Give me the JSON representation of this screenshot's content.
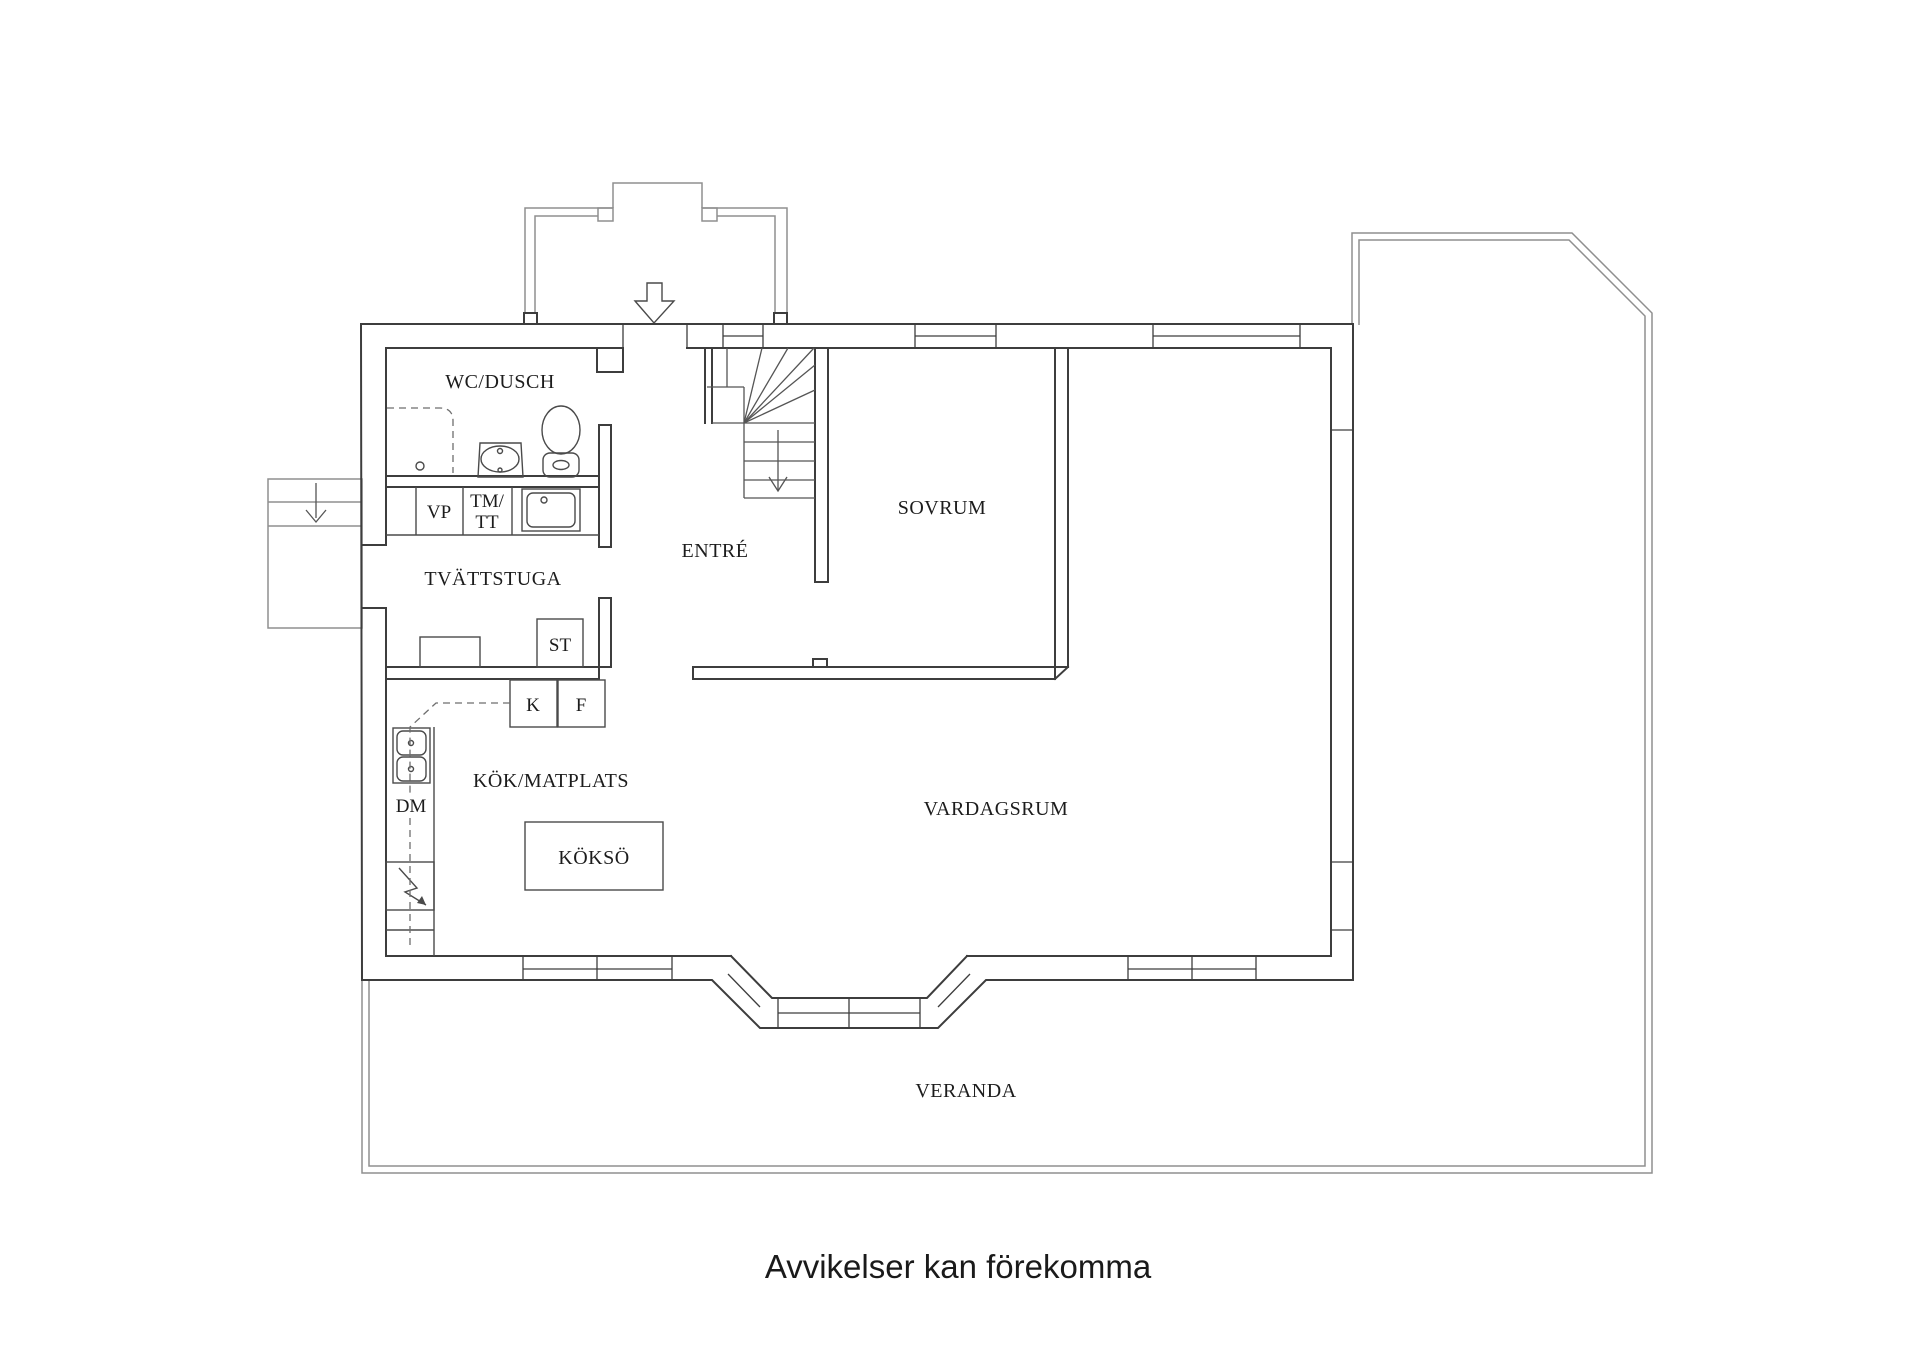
{
  "labels": {
    "wc_dusch": "WC/DUSCH",
    "vp": "VP",
    "tm": "TM/",
    "tt": "TT",
    "tvattstuga": "TVÄTTSTUGA",
    "st": "ST",
    "k": "K",
    "f": "F",
    "dm": "DM",
    "kok_matplats": "KÖK/MATPLATS",
    "kokso": "KÖKSÖ",
    "entre": "ENTRÉ",
    "sovrum": "SOVRUM",
    "vardagsrum": "VARDAGSRUM",
    "veranda": "VERANDA"
  },
  "footer": {
    "disclaimer": "Avvikelser kan förekomma"
  },
  "colors": {
    "wall_line": "#3d3d3d",
    "exterior_line": "#8f8f8f",
    "text": "#1c1c1c",
    "background": "#ffffff"
  }
}
